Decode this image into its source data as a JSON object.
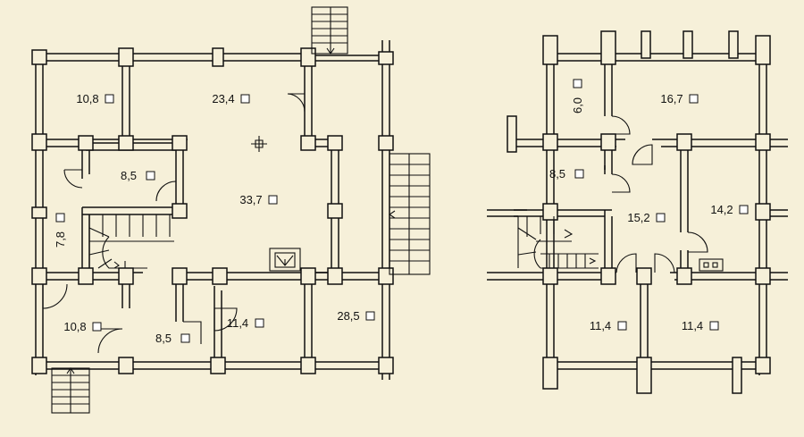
{
  "floor1": {
    "rooms": [
      {
        "name": "room-top-left",
        "area": "10,8"
      },
      {
        "name": "room-top-center",
        "area": "23,4"
      },
      {
        "name": "room-kitchen",
        "area": "8,5"
      },
      {
        "name": "room-living",
        "area": "33,7"
      },
      {
        "name": "room-corridor",
        "area": "7,8"
      },
      {
        "name": "room-bottom-left",
        "area": "10,8"
      },
      {
        "name": "room-bath",
        "area": "8,5"
      },
      {
        "name": "room-bottom-center",
        "area": "11,4"
      },
      {
        "name": "room-terrace",
        "area": "28,5"
      }
    ]
  },
  "floor2": {
    "rooms": [
      {
        "name": "room-small",
        "area": "6,0"
      },
      {
        "name": "room-top-right",
        "area": "16,7"
      },
      {
        "name": "room-left",
        "area": "8,5"
      },
      {
        "name": "room-hall",
        "area": "15,2"
      },
      {
        "name": "room-right",
        "area": "14,2"
      },
      {
        "name": "room-bottom-left",
        "area": "11,4"
      },
      {
        "name": "room-bottom-right",
        "area": "11,4"
      }
    ]
  },
  "colors": {
    "background": "#f6f0d9",
    "line": "#111111"
  }
}
